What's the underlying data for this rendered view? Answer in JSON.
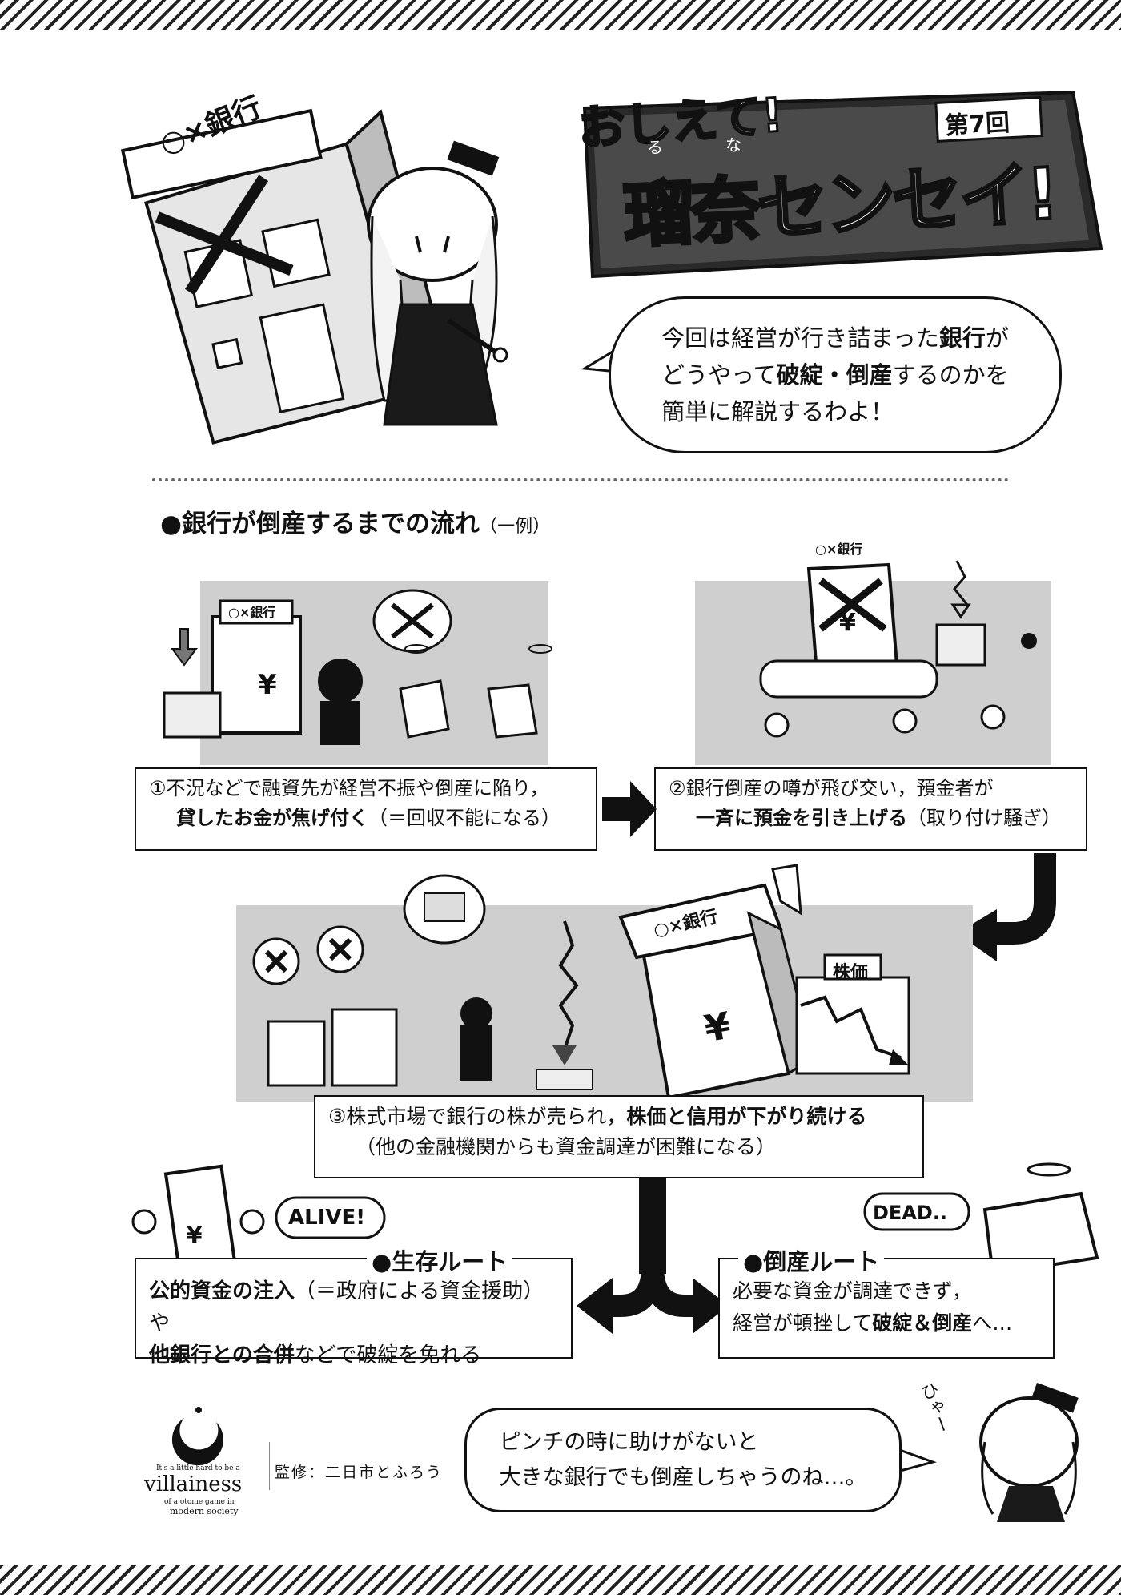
{
  "header": {
    "logo_line1": "おしえて!",
    "logo_line2": "瑠奈センセイ!",
    "logo_ruby1": "る",
    "logo_ruby2": "な",
    "episode": "第7回",
    "bank_sign": "○×銀行"
  },
  "intro_bubble": {
    "line1_pre": "今回は経営が行き詰まった",
    "line1_bold": "銀行",
    "line1_post": "が",
    "line2_pre": "どうやって",
    "line2_bold": "破綻・倒産",
    "line2_post": "するのかを",
    "line3": "簡単に解説するわよ！"
  },
  "section": {
    "title": "●銀行が倒産するまでの流れ",
    "note": "（一例）"
  },
  "steps": [
    {
      "line1": "①不況などで融資先が経営不振や倒産に陥り，",
      "bold": "貸したお金が焦げ付く",
      "rest": "（＝回収不能になる）"
    },
    {
      "line1": "②銀行倒産の噂が飛び交い，預金者が",
      "bold": "一斉に預金を引き上げる",
      "rest": "（取り付け騒ぎ）"
    },
    {
      "line1_pre": "③株式市場で銀行の株が売られ，",
      "line1_bold": "株価と信用が下がり続ける",
      "line2": "（他の金融機関からも資金調達が困難になる）"
    }
  ],
  "panel_labels": {
    "bank_small": "○×銀行",
    "yen": "¥",
    "stock_chart": "株価"
  },
  "routes": {
    "survive": {
      "title": "●生存ルート",
      "bold1": "公的資金の注入",
      "rest1": "（＝政府による資金援助）や",
      "bold2": "他銀行との合併",
      "rest2": "などで破綻を免れる",
      "shout": "ALIVE!"
    },
    "bankrupt": {
      "title": "●倒産ルート",
      "line1": "必要な資金が調達できず，",
      "pre2": "経営が頓挫して",
      "bold2": "破綻＆倒産",
      "post2": "へ…",
      "shout": "DEAD.."
    }
  },
  "footer": {
    "supervisor": "監修：二日市とふろう",
    "logo_main": "villainess",
    "logo_top": "It's a little hard to be a",
    "logo_mid": "of a otome game in",
    "logo_bottom": "modern society",
    "closing_line1": "ピンチの時に助けがないと",
    "closing_line2": "大きな銀行でも倒産しちゃうのね…。",
    "sfx": "ひゃー"
  }
}
